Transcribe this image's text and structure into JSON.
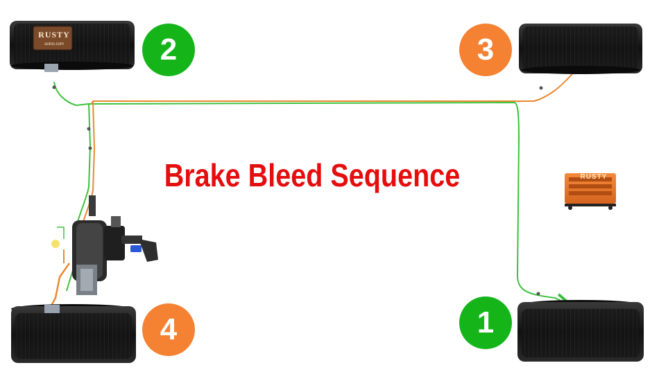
{
  "title": "Brake Bleed Sequence",
  "wheels": [
    {
      "corner": "front-left",
      "step": "2",
      "color": "#15b51a"
    },
    {
      "corner": "front-right",
      "step": "3",
      "color": "#f58233"
    },
    {
      "corner": "rear-left",
      "step": "4",
      "color": "#f58233"
    },
    {
      "corner": "rear-right",
      "step": "1",
      "color": "#15b51a"
    }
  ],
  "logo": {
    "text": "RUSTY",
    "subtext": "autos.com"
  },
  "toolbox": {
    "text": "RUSTY"
  },
  "colors": {
    "green_line": "#3cc23c",
    "orange_line": "#e8892e",
    "title_red": "#e50d0d"
  }
}
